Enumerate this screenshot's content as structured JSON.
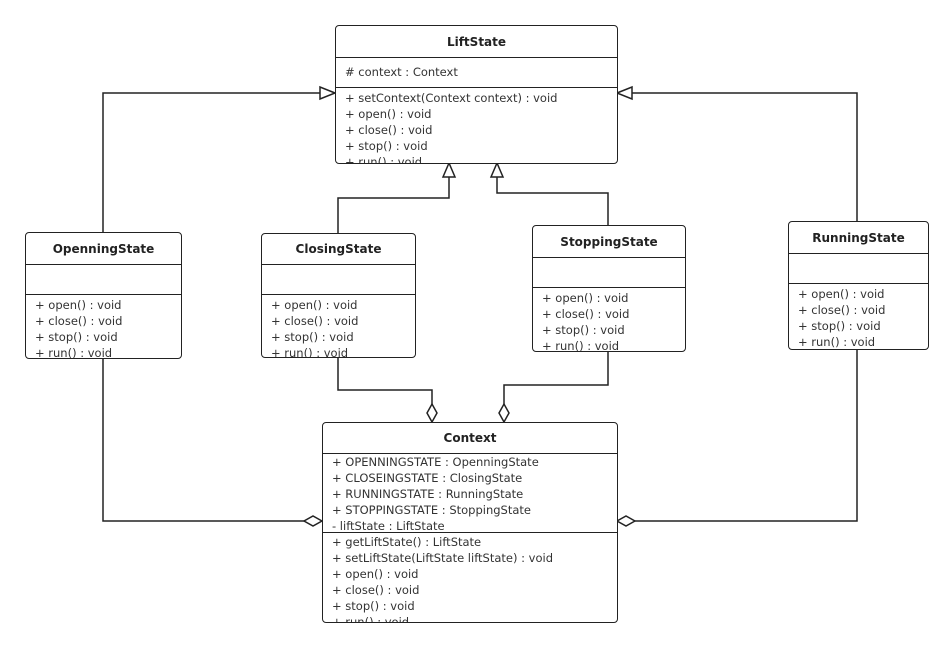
{
  "classes": {
    "liftstate": {
      "name": "LiftState",
      "attributes": [
        "# context : Context"
      ],
      "methods": [
        "+ setContext(Context context) : void",
        "+ open() : void",
        "+ close() : void",
        "+ stop() : void",
        "+ run() : void"
      ]
    },
    "openning": {
      "name": "OpenningState",
      "attributes": [],
      "methods": [
        "+ open() : void",
        "+ close() : void",
        "+ stop() : void",
        "+ run() : void"
      ]
    },
    "closing": {
      "name": "ClosingState",
      "attributes": [],
      "methods": [
        "+ open() : void",
        "+ close() : void",
        "+ stop() : void",
        "+ run() : void"
      ]
    },
    "stopping": {
      "name": "StoppingState",
      "attributes": [],
      "methods": [
        "+ open() : void",
        "+ close() : void",
        "+ stop() : void",
        "+ run() : void"
      ]
    },
    "running": {
      "name": "RunningState",
      "attributes": [],
      "methods": [
        "+ open() : void",
        "+ close() : void",
        "+ stop() : void",
        "+ run() : void"
      ]
    },
    "context": {
      "name": "Context",
      "attributes": [
        "+ OPENNINGSTATE : OpenningState",
        "+ CLOSEINGSTATE : ClosingState",
        "+ RUNNINGSTATE : RunningState",
        "+ STOPPINGSTATE : StoppingState",
        "- liftState : LiftState"
      ],
      "methods": [
        "+ getLiftState() : LiftState",
        "+ setLiftState(LiftState liftState) : void",
        "+ open() : void",
        "+ close() : void",
        "+ stop() : void",
        "+ run() : void"
      ]
    }
  },
  "relations": [
    {
      "from": "OpenningState",
      "to": "LiftState",
      "type": "generalization"
    },
    {
      "from": "ClosingState",
      "to": "LiftState",
      "type": "generalization"
    },
    {
      "from": "StoppingState",
      "to": "LiftState",
      "type": "generalization"
    },
    {
      "from": "RunningState",
      "to": "LiftState",
      "type": "generalization"
    },
    {
      "from": "OpenningState",
      "to": "Context",
      "type": "aggregation"
    },
    {
      "from": "ClosingState",
      "to": "Context",
      "type": "aggregation"
    },
    {
      "from": "StoppingState",
      "to": "Context",
      "type": "aggregation"
    },
    {
      "from": "RunningState",
      "to": "Context",
      "type": "aggregation"
    }
  ],
  "colors": {
    "line": "#222222",
    "text": "#333333"
  }
}
